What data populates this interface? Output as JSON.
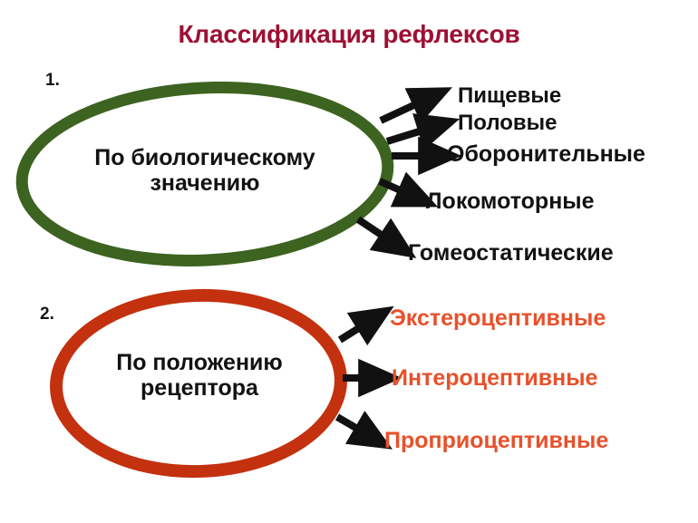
{
  "page": {
    "title": "Классификация рефлексов",
    "title_color": "#9d1033",
    "background": "#ffffff"
  },
  "groups": [
    {
      "number": "1.",
      "ellipse_color": "#3d6320",
      "label_line1": "По биологическому",
      "label_line2": "значению",
      "leaf_color": "#121212",
      "leaves": [
        "Пищевые",
        "Половые",
        "Оборонительные",
        "Локомоторные",
        "Гомеостатические"
      ]
    },
    {
      "number": "2.",
      "ellipse_color": "#c3310f",
      "label_line1": "По положению",
      "label_line2": "рецептора",
      "leaf_color": "#e8512a",
      "leaves": [
        "Экстероцептивные",
        "Интероцептивные",
        "Проприоцептивные"
      ]
    }
  ],
  "icons": {
    "arrow": "arrow-right"
  }
}
